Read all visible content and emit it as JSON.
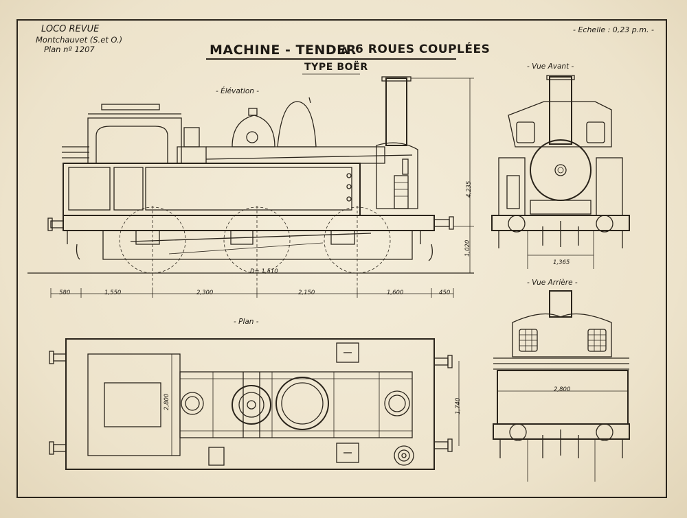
{
  "header": {
    "magazine": "LOCO REVUE",
    "location": "Montchauvet (S.et O.)",
    "plan_number": "Plan nº 1207",
    "scale": "- Echelle : 0,23 p.m. -"
  },
  "title": {
    "part1": "MACHINE - TENDER",
    "connector": "A",
    "part2": "6 ROUES COUPLÉES",
    "type": "TYPE BOËR"
  },
  "views": {
    "elevation": "- Élévation -",
    "front": "- Vue Avant -",
    "rear": "- Vue Arrière -",
    "plan": "- Plan -"
  },
  "dimensions": {
    "overhang_front": "580",
    "wheelbase_1": "1,550",
    "wheelbase_2": "2,300",
    "wheelbase_3": "2,150",
    "wheelbase_4": "1,600",
    "overhang_rear": "450",
    "wheel_diameter": "D= 1,510",
    "total_height": "4,235",
    "buffer_height": "1,020",
    "gauge_front": "1,365",
    "rear_width": "2,800",
    "plan_width": "2,800",
    "plan_width_2": "1,740"
  },
  "colors": {
    "paper": "#efe7d3",
    "ink": "#2a241b"
  }
}
